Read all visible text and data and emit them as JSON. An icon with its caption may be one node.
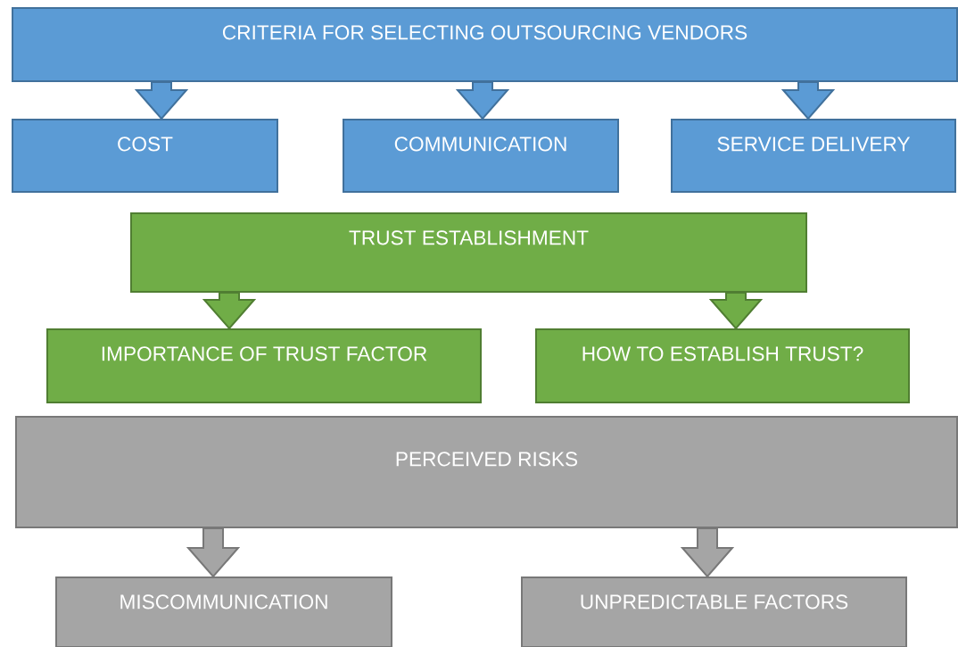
{
  "diagram": {
    "nodes": [
      {
        "text": [
          "CRITERIA FOR SELECTING OUTSOURCING VENDORS"
        ]
      },
      {
        "text": [
          "COST"
        ]
      },
      {
        "text": [
          "COMMUNICATION"
        ]
      },
      {
        "text": [
          "SERVICE DELIVERY"
        ]
      },
      {
        "text": [
          "TRUST ESTABLISHMENT"
        ]
      },
      {
        "text": [
          "IMPORTANCE OF TRUST FACTOR"
        ]
      },
      {
        "text": [
          "HOW TO ESTABLISH TRUST?"
        ]
      },
      {
        "text": [
          "PERCEIVED RISKS"
        ]
      },
      {
        "text": [
          "MISCOMMUNICATION"
        ]
      },
      {
        "text": [
          "UNPREDICTABLE FACTORS"
        ]
      }
    ],
    "edges": [
      {
        "from": 0,
        "to": 1,
        "arrow": "to"
      },
      {
        "from": 0,
        "to": 2,
        "arrow": "to"
      },
      {
        "from": 0,
        "to": 3,
        "arrow": "to"
      },
      {
        "from": 4,
        "to": 5,
        "arrow": "to"
      },
      {
        "from": 4,
        "to": 6,
        "arrow": "to"
      },
      {
        "from": 7,
        "to": 8,
        "arrow": "to"
      },
      {
        "from": 7,
        "to": 9,
        "arrow": "to"
      }
    ]
  }
}
